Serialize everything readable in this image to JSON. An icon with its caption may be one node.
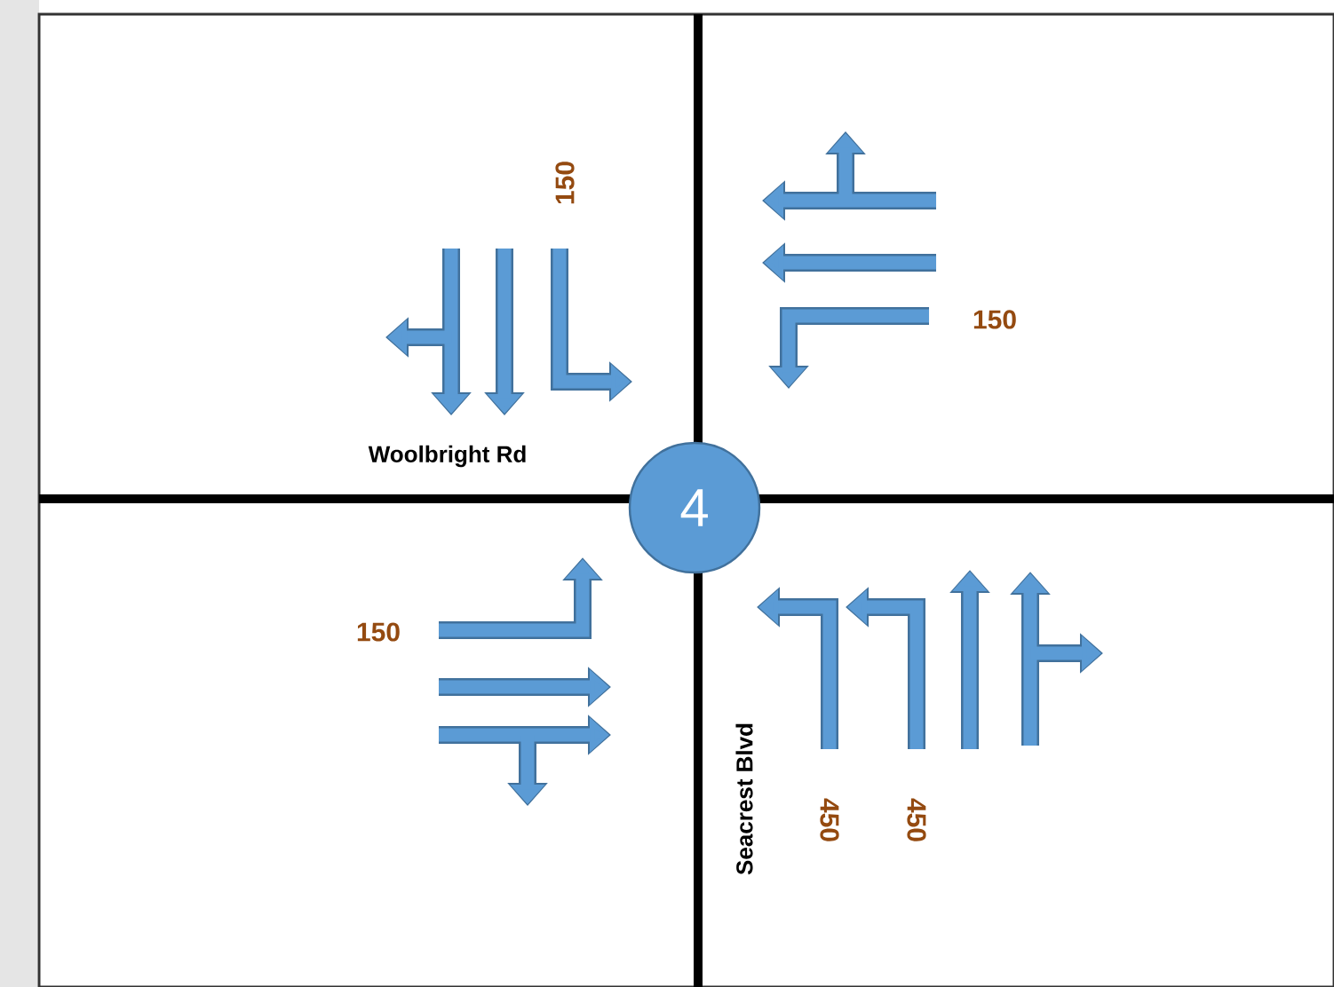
{
  "diagram": {
    "nodes": [
      {
        "text": [
          "4"
        ]
      }
    ],
    "labels": [
      "150",
      "150",
      "Woolbright Rd",
      "150",
      "Seacrest Blvd",
      "450",
      "450"
    ]
  }
}
